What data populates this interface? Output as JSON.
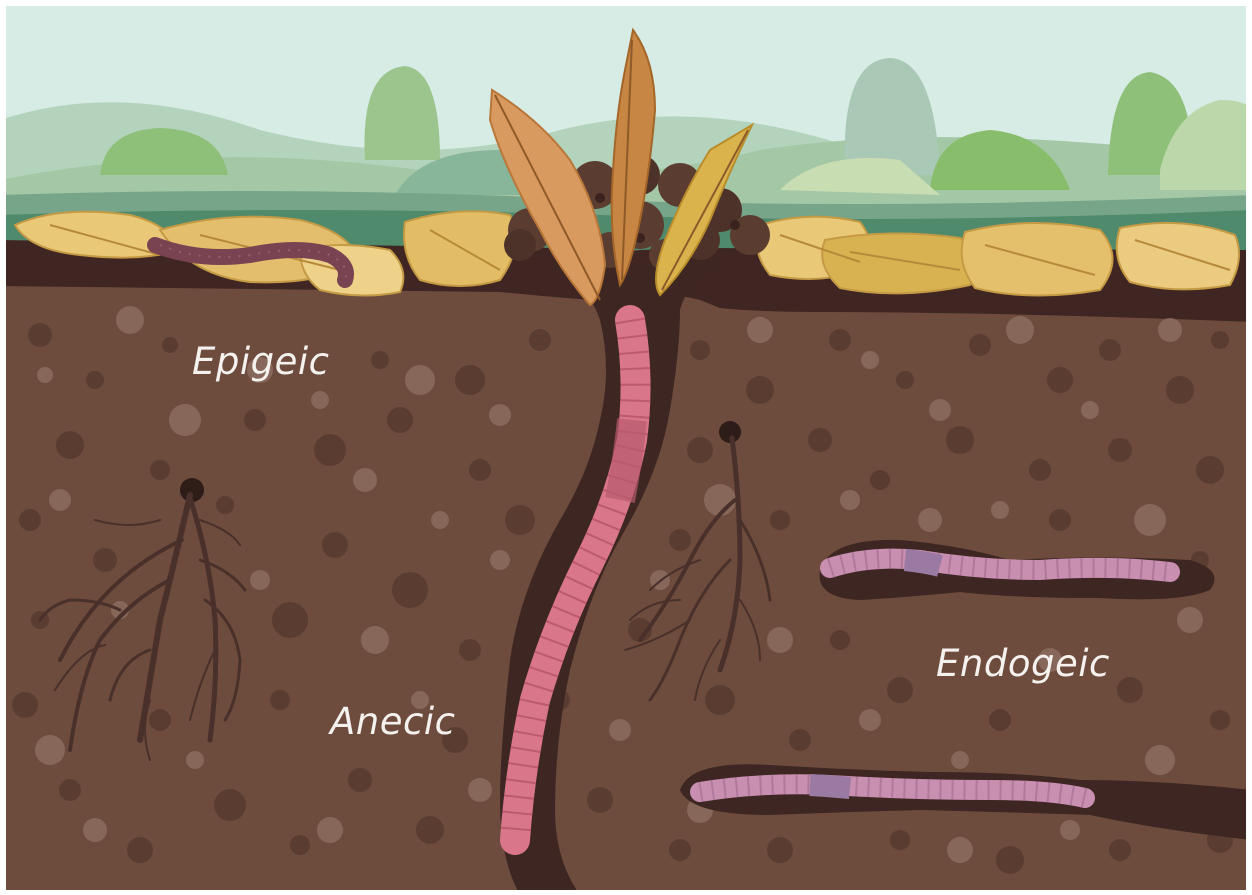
{
  "labels": {
    "epigeic": "Epigeic",
    "anecic": "Anecic",
    "endogeic": "Endogeic"
  },
  "colors": {
    "sky": "#d4ebe4",
    "soil": "#6e4c3d",
    "soil_dark": "#3e2722",
    "leaf": "#e9c877",
    "worm_epigeic": "#7a4352",
    "worm_anecic": "#d9768a",
    "worm_endogeic": "#c98fb1",
    "root": "#4a302a",
    "label_text": "#f4f1ee"
  },
  "icons": [
    "leaf-litter",
    "earthworm",
    "plant-roots",
    "cast-mound",
    "burrow"
  ]
}
